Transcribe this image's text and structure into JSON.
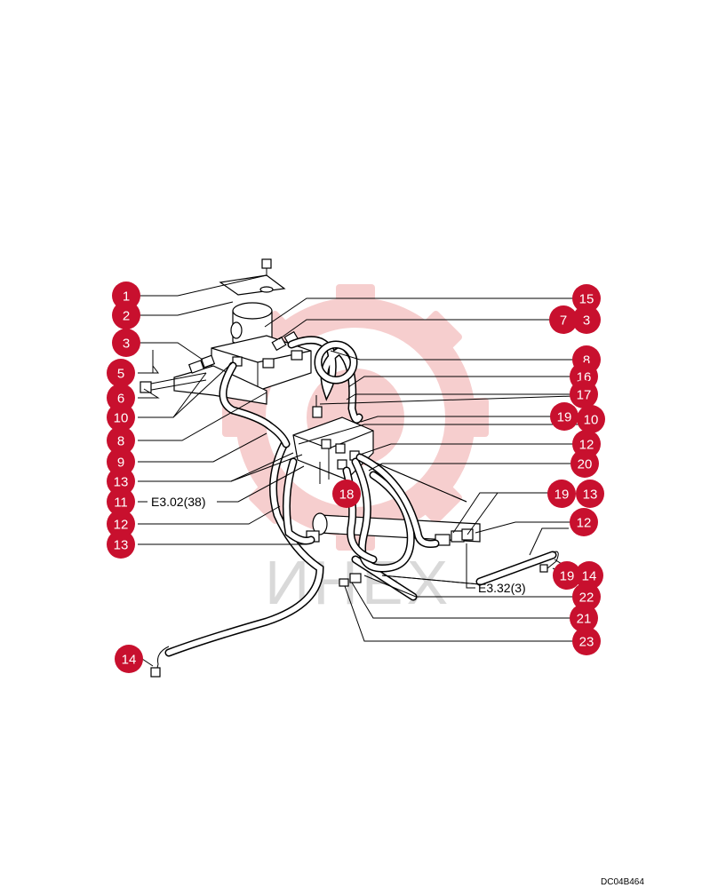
{
  "watermark": {
    "text": "ИНЕХ",
    "gear_color": "#f6c9c9"
  },
  "callout_color": "#c8102e",
  "callouts": [
    {
      "label": "1"
    },
    {
      "label": "2"
    },
    {
      "label": "3"
    },
    {
      "label": "5"
    },
    {
      "label": "6"
    },
    {
      "label": "10"
    },
    {
      "label": "8"
    },
    {
      "label": "9"
    },
    {
      "label": "13"
    },
    {
      "label": "11"
    },
    {
      "label": "12"
    },
    {
      "label": "13"
    },
    {
      "label": "14"
    },
    {
      "label": "15"
    },
    {
      "label": "7"
    },
    {
      "label": "3"
    },
    {
      "label": "8"
    },
    {
      "label": "16"
    },
    {
      "label": "17"
    },
    {
      "label": "19"
    },
    {
      "label": "10"
    },
    {
      "label": "12"
    },
    {
      "label": "20"
    },
    {
      "label": "18"
    },
    {
      "label": "19"
    },
    {
      "label": "13"
    },
    {
      "label": "12"
    },
    {
      "label": "19"
    },
    {
      "label": "14"
    },
    {
      "label": "22"
    },
    {
      "label": "21"
    },
    {
      "label": "23"
    }
  ],
  "references": [
    {
      "text": "E3.02(38)"
    },
    {
      "text": "E3.32(3)"
    }
  ],
  "drawing_code": "DC04B464"
}
